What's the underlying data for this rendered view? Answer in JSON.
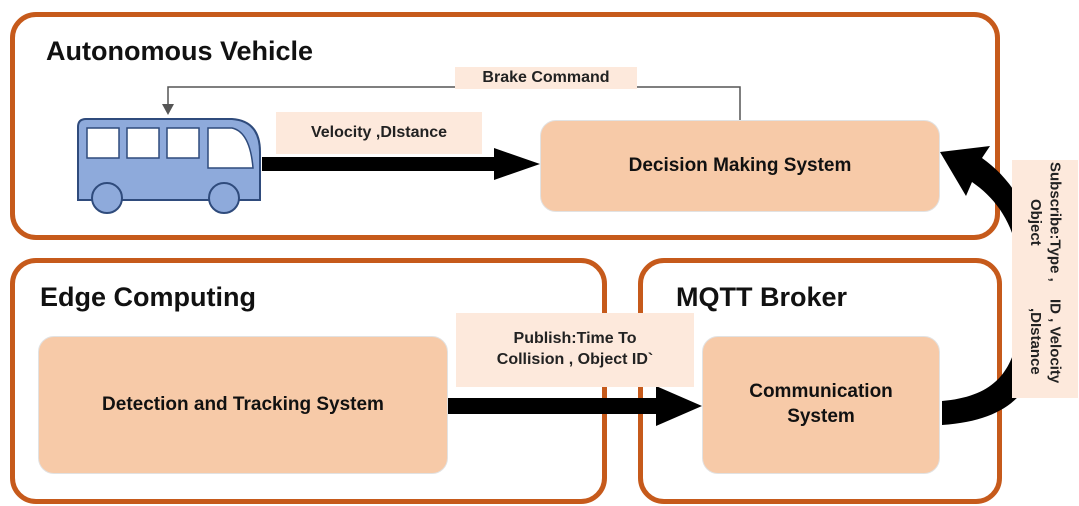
{
  "groups": {
    "vehicle": {
      "title": "Autonomous Vehicle"
    },
    "edge": {
      "title": "Edge Computing"
    },
    "broker": {
      "title": "MQTT Broker"
    }
  },
  "nodes": {
    "decision": "Decision Making System",
    "detection": "Detection and Tracking System",
    "communication_line1": "Communication",
    "communication_line2": "System"
  },
  "edges": {
    "brake": "Brake Command",
    "velocity": "Velocity ,DIstance",
    "publish_line1": "Publish:Time To",
    "publish_line2": "Collision , Object ID`",
    "subscribe_line1": "Subscribe:Type , Object",
    "subscribe_line2": "ID , Velocity ,DIstance"
  },
  "colors": {
    "group_border": "#c65a1b",
    "node_fill": "#f7caa8",
    "label_fill": "#fde9dc",
    "vehicle_fill": "#8eaadb"
  },
  "icons": {
    "vehicle": "bus-icon"
  }
}
